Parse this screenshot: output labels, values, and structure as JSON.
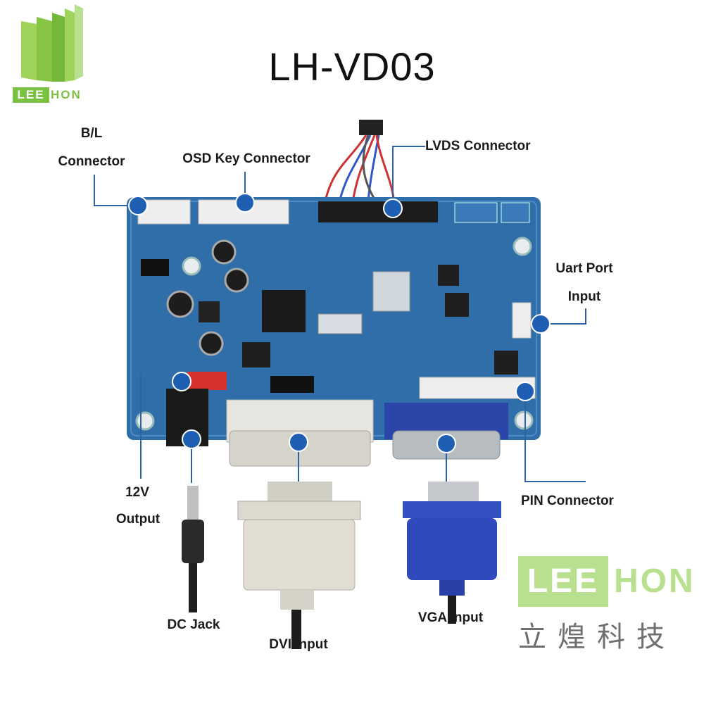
{
  "title": "LH-VD03",
  "logo": {
    "brand_left": "LEE",
    "brand_right": "HON",
    "chinese": "立煌科技"
  },
  "labels": {
    "bl_line1": "B/L",
    "bl_line2": "Connector",
    "osd": "OSD Key Connector",
    "lvds": "LVDS Connector",
    "uart_line1": "Uart Port",
    "uart_line2": "Input",
    "v12_line1": "12V",
    "v12_line2": "Output",
    "pin": "PIN Connector",
    "dc": "DC Jack",
    "dvi": "DVI Input",
    "vga": "VGA Input"
  },
  "colors": {
    "brand_green": "#7cc242",
    "pcb_blue": "#2f6ea8",
    "callout": "#2b63a6"
  }
}
